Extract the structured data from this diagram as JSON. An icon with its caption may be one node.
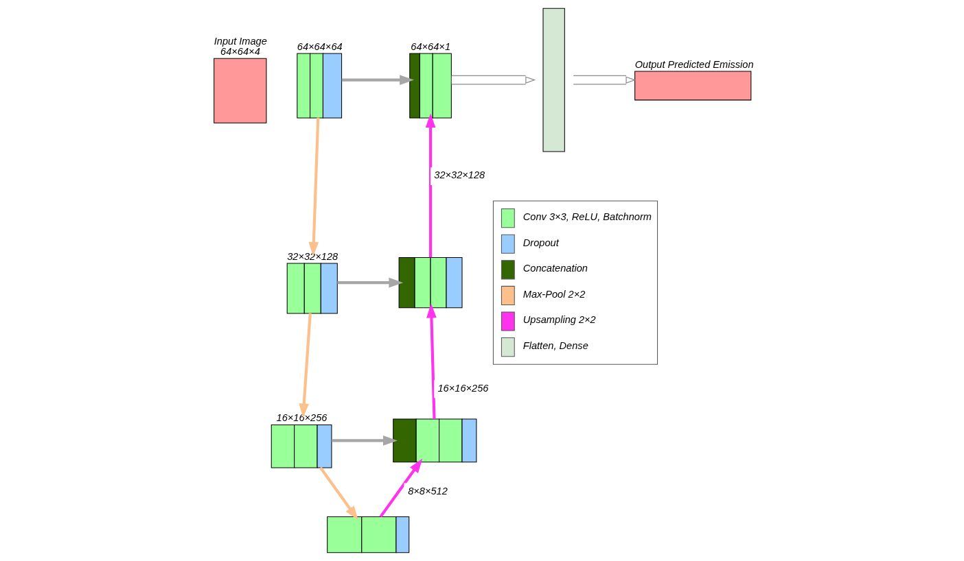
{
  "diagram": {
    "nodes": [
      {
        "text": [],
        "shape": "box",
        "beside": [
          "Input Image",
          "64×64×4"
        ]
      },
      {
        "text": [],
        "shape": "box",
        "beside": [
          "64×64×64"
        ]
      },
      {
        "text": [],
        "shape": "box",
        "beside": [
          "32×32×128"
        ]
      },
      {
        "text": [],
        "shape": "box",
        "beside": [
          "16×16×256"
        ]
      },
      {
        "text": [],
        "shape": "box"
      },
      {
        "text": [],
        "shape": "box"
      },
      {
        "text": [],
        "shape": "box"
      },
      {
        "text": [],
        "shape": "box",
        "beside": [
          "64×64×1"
        ]
      },
      {
        "text": [],
        "shape": "box"
      },
      {
        "text": [],
        "shape": "box",
        "beside": [
          "Output Predicted Emission"
        ]
      }
    ],
    "edges": [
      {
        "from": 1,
        "to": 2,
        "arrow": "to",
        "color": "#fbc08c"
      },
      {
        "from": 2,
        "to": 3,
        "arrow": "to",
        "color": "#fbc08c"
      },
      {
        "from": 3,
        "to": 4,
        "arrow": "to",
        "color": "#fbc08c"
      },
      {
        "from": 4,
        "to": 5,
        "arrow": "to",
        "color": "#ff33ee",
        "label": "8×8×512"
      },
      {
        "from": 5,
        "to": 6,
        "arrow": "to",
        "color": "#ff33ee",
        "label": "16×16×256"
      },
      {
        "from": 6,
        "to": 7,
        "arrow": "to",
        "color": "#ff33ee",
        "label": "32×32×128"
      },
      {
        "from": 1,
        "to": 7,
        "arrow": "to",
        "color": "#a6a6a6"
      },
      {
        "from": 2,
        "to": 6,
        "arrow": "to",
        "color": "#a6a6a6"
      },
      {
        "from": 3,
        "to": 5,
        "arrow": "to",
        "color": "#a6a6a6"
      },
      {
        "from": 7,
        "to": 8,
        "arrow": "to",
        "color": "#8c8c8c"
      },
      {
        "from": 8,
        "to": 9,
        "arrow": "to",
        "color": "#8c8c8c"
      }
    ],
    "legend": [
      {
        "text": "Conv 3×3, ReLU, Batchnorm",
        "color": "#99ff99"
      },
      {
        "text": "Dropout",
        "color": "#99ccff"
      },
      {
        "text": "Concatenation",
        "color": "#336600"
      },
      {
        "text": "Max-Pool 2×2",
        "color": "#fbc08c"
      },
      {
        "text": "Upsampling 2×2",
        "color": "#ff33ee"
      },
      {
        "text": "Flatten, Dense",
        "color": "#d5e8d4"
      }
    ]
  }
}
